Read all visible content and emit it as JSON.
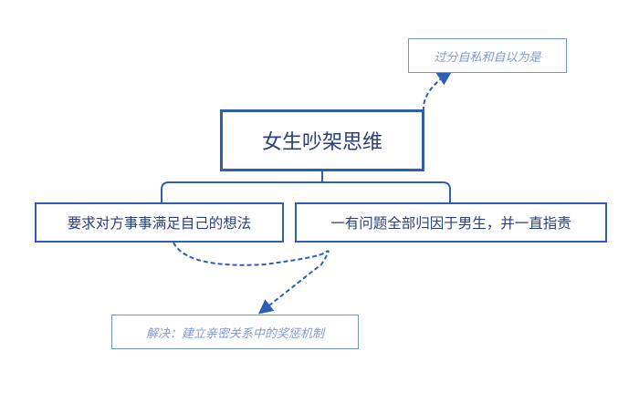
{
  "root": {
    "label": "女生吵架思维"
  },
  "branches": [
    {
      "label": "要求对方事事满足自己的想法"
    },
    {
      "label": "一有问题全部归因于男生，并一直指责"
    }
  ],
  "notes": {
    "top": "过分自私和自以为是",
    "bottom": "解决：建立亲密关系中的奖惩机制"
  },
  "colors": {
    "line": "#2d5fb5",
    "note_text": "#7f9bd0",
    "text": "#2a3f7a"
  }
}
